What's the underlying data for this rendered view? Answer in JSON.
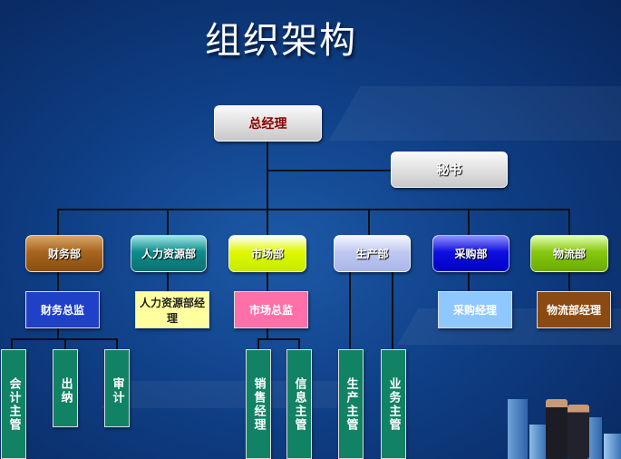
{
  "title": "组织架构",
  "general_manager": "总经理",
  "secretary": "秘书",
  "departments": [
    {
      "label": "财务部",
      "sub": "财务总监",
      "staff": [
        "会计主管",
        "出纳",
        "审计"
      ]
    },
    {
      "label": "人力资源部",
      "sub": "人力资源部经理"
    },
    {
      "label": "市场部",
      "sub": "市场总监",
      "staff": [
        "销售经理",
        "信息主管"
      ]
    },
    {
      "label": "生产部",
      "staff": [
        "生产主管",
        "业务主管"
      ]
    },
    {
      "label": "采购部",
      "sub": "采购经理"
    },
    {
      "label": "物流部",
      "sub": "物流部经理"
    }
  ],
  "colors": {
    "finance": "#a8661f",
    "hr": "#0f8c8c",
    "market": "#e0f800",
    "production": "#c0c8f0",
    "purchasing": "#1010e0",
    "logistics": "#88c810",
    "staff": "#128264"
  }
}
